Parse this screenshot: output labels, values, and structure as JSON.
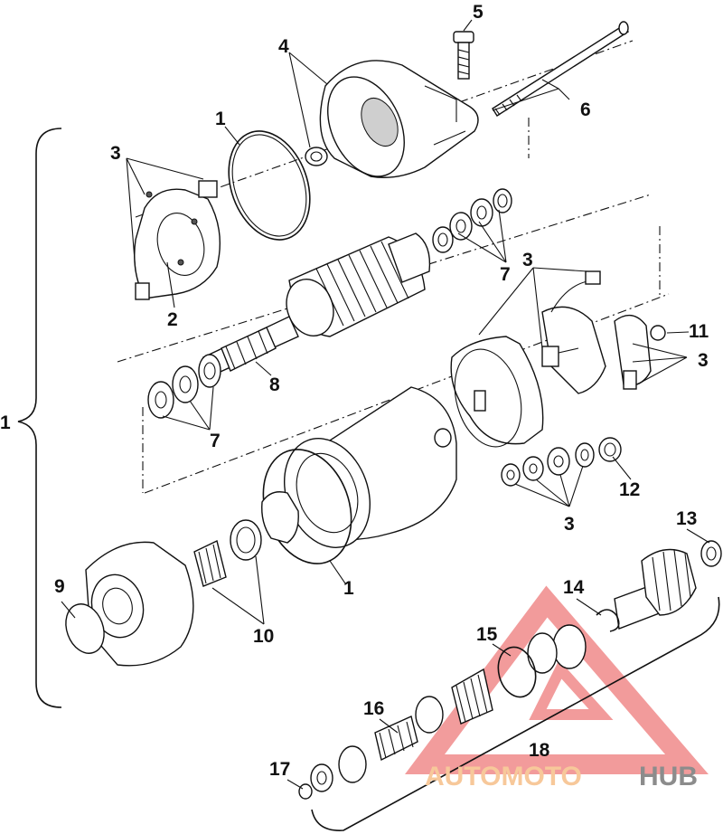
{
  "callouts": {
    "c1_brace": "1",
    "c1_oring_top": "1",
    "c1_oring_bottom": "1",
    "c2": "2",
    "c3_plate": "3",
    "c3_brushes": "3",
    "c3_holder": "3",
    "c3_washers": "3",
    "c4": "4",
    "c5": "5",
    "c6": "6",
    "c7_right": "7",
    "c7_left": "7",
    "c8": "8",
    "c9": "9",
    "c10": "10",
    "c11": "11",
    "c12": "12",
    "c13": "13",
    "c14": "14",
    "c15": "15",
    "c16": "16",
    "c17": "17",
    "c18": "18"
  },
  "watermark": {
    "part_a": "AUTOMOTO",
    "part_b": "HUB",
    "triangle_color": "#e84a4a"
  }
}
